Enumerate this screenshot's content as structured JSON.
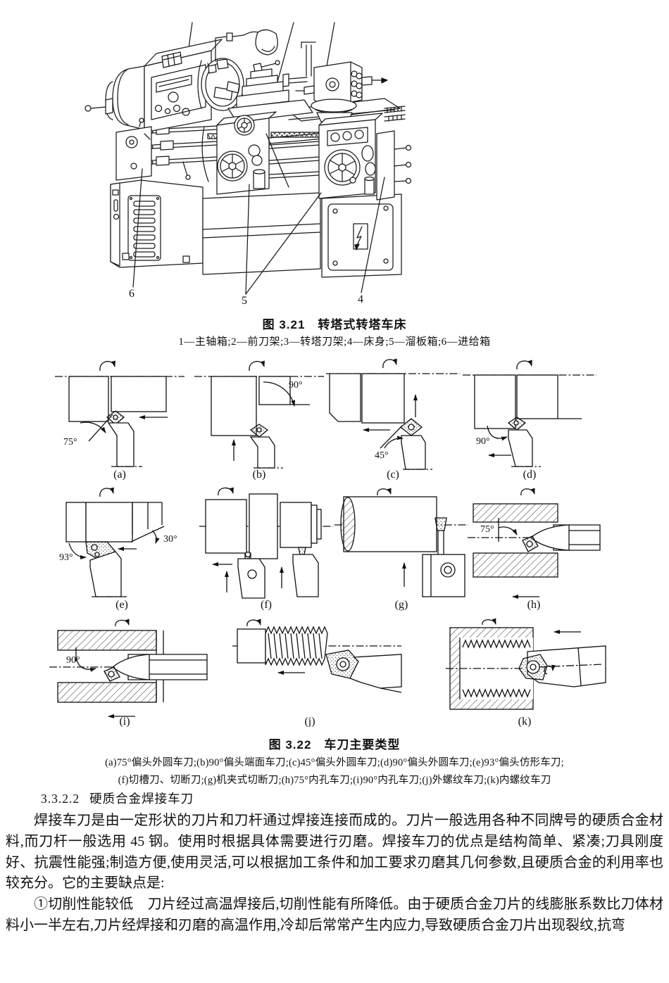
{
  "figure1": {
    "caption": "图 3.21　转塔式转塔车床",
    "legend": "1—主轴箱;2—前刀架;3—转塔刀架;4—床身;5—溜板箱;6—进给箱",
    "callout_4": "4",
    "callout_5": "5",
    "callout_6": "6"
  },
  "figure2": {
    "caption": "图 3.22　车刀主要类型",
    "legend1": "(a)75°偏头外圆车刀;(b)90°偏头端面车刀;(c)45°偏头外圆车刀;(d)90°偏头外圆车刀;(e)93°偏头仿形车刀;",
    "legend2": "(f)切槽刀、切断刀;(g)机夹式切断刀;(h)75°内孔车刀;(i)90°内孔车刀;(j)外螺纹车刀;(k)内螺纹车刀",
    "panels": {
      "a": {
        "label": "(a)",
        "angle": "75°"
      },
      "b": {
        "label": "(b)",
        "angle": "90°"
      },
      "c": {
        "label": "(c)",
        "angle": "45°"
      },
      "d": {
        "label": "(d)",
        "angle": "90°"
      },
      "e": {
        "label": "(e)",
        "angle": "93°",
        "angle2": "30°"
      },
      "f": {
        "label": "(f)"
      },
      "g": {
        "label": "(g)"
      },
      "h": {
        "label": "(h)",
        "angle": "75°"
      },
      "i": {
        "label": "(i)",
        "angle": "90°"
      },
      "j": {
        "label": "(j)"
      },
      "k": {
        "label": "(k)"
      }
    }
  },
  "section": {
    "heading_number": "3.3.2.2",
    "heading_title": "硬质合金焊接车刀",
    "para1": "焊接车刀是由一定形状的刀片和刀杆通过焊接连接而成的。刀片一般选用各种不同牌号的硬质合金材料,而刀杆一般选用 45 钢。使用时根据具体需要进行刃磨。焊接车刀的优点是结构简单、紧凑;刀具刚度好、抗震性能强;制造方便,使用灵活,可以根据加工条件和加工要求刃磨其几何参数,且硬质合金的利用率也较充分。它的主要缺点是:",
    "para2": "①切削性能较低　刀片经过高温焊接后,切削性能有所降低。由于硬质合金刀片的线膨胀系数比刀体材料小一半左右,刀片经焊接和刃磨的高温作用,冷却后常常产生内应力,导致硬质合金刀片出现裂纹,抗弯"
  }
}
